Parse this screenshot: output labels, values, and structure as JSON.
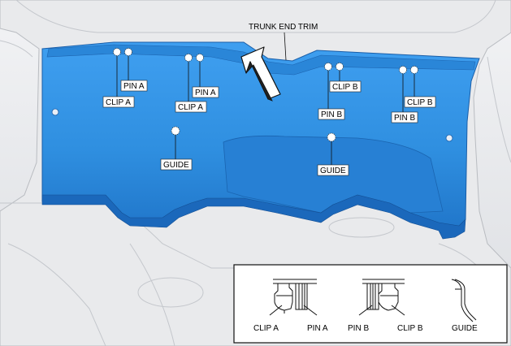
{
  "labels": {
    "trunk_end_trim": "TRUNK END TRIM",
    "clip_a": "CLIP A",
    "pin_a": "PIN A",
    "clip_b": "CLIP B",
    "pin_b": "PIN B",
    "guide": "GUIDE"
  },
  "inset": {
    "clip_a": "CLIP A",
    "pin_a": "PIN A",
    "pin_b": "PIN B",
    "clip_b": "CLIP B",
    "guide": "GUIDE"
  },
  "colors": {
    "trim_fill": "#2f8fe0",
    "trim_dark": "#1763b8",
    "body_gray": "#e9eaec",
    "outline": "#111111"
  }
}
